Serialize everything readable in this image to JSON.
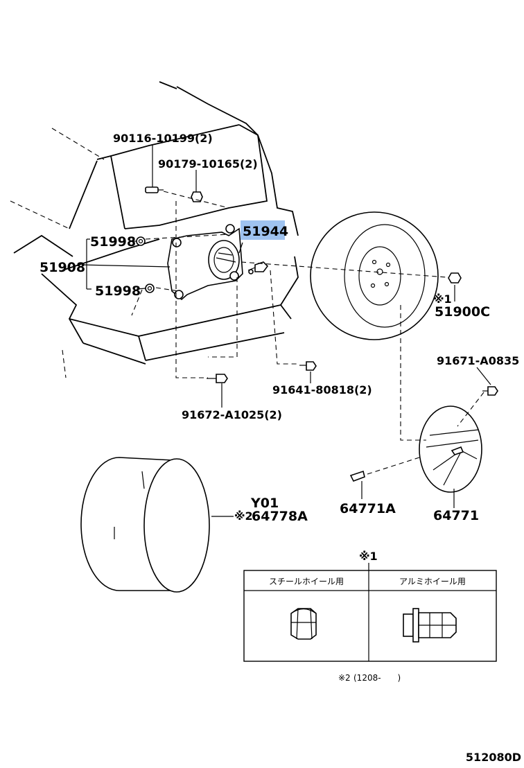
{
  "diagram": {
    "id": "512080D",
    "highlight_color": "#9fc3f0",
    "labels": {
      "l_90116": "90116-10199(2)",
      "l_90179": "90179-10165(2)",
      "l_51944": "51944",
      "l_51998a": "51998",
      "l_51908": "51908",
      "l_51998b": "51998",
      "l_51900c_mark": "※1",
      "l_51900c": "51900C",
      "l_91671": "91671-A0835",
      "l_91641": "91641-80818(2)",
      "l_91672": "91672-A1025(2)",
      "l_y01": "Y01",
      "l_64778a_mark": "※2",
      "l_64778a": "64778A",
      "l_64771a": "64771A",
      "l_64771": "64771"
    },
    "table": {
      "mark": "※1",
      "col_steel": "スチールホイール用",
      "col_alloy": "アルミホイール用"
    },
    "footnote": {
      "mark": "※2",
      "text": "(1208-　　)"
    }
  }
}
